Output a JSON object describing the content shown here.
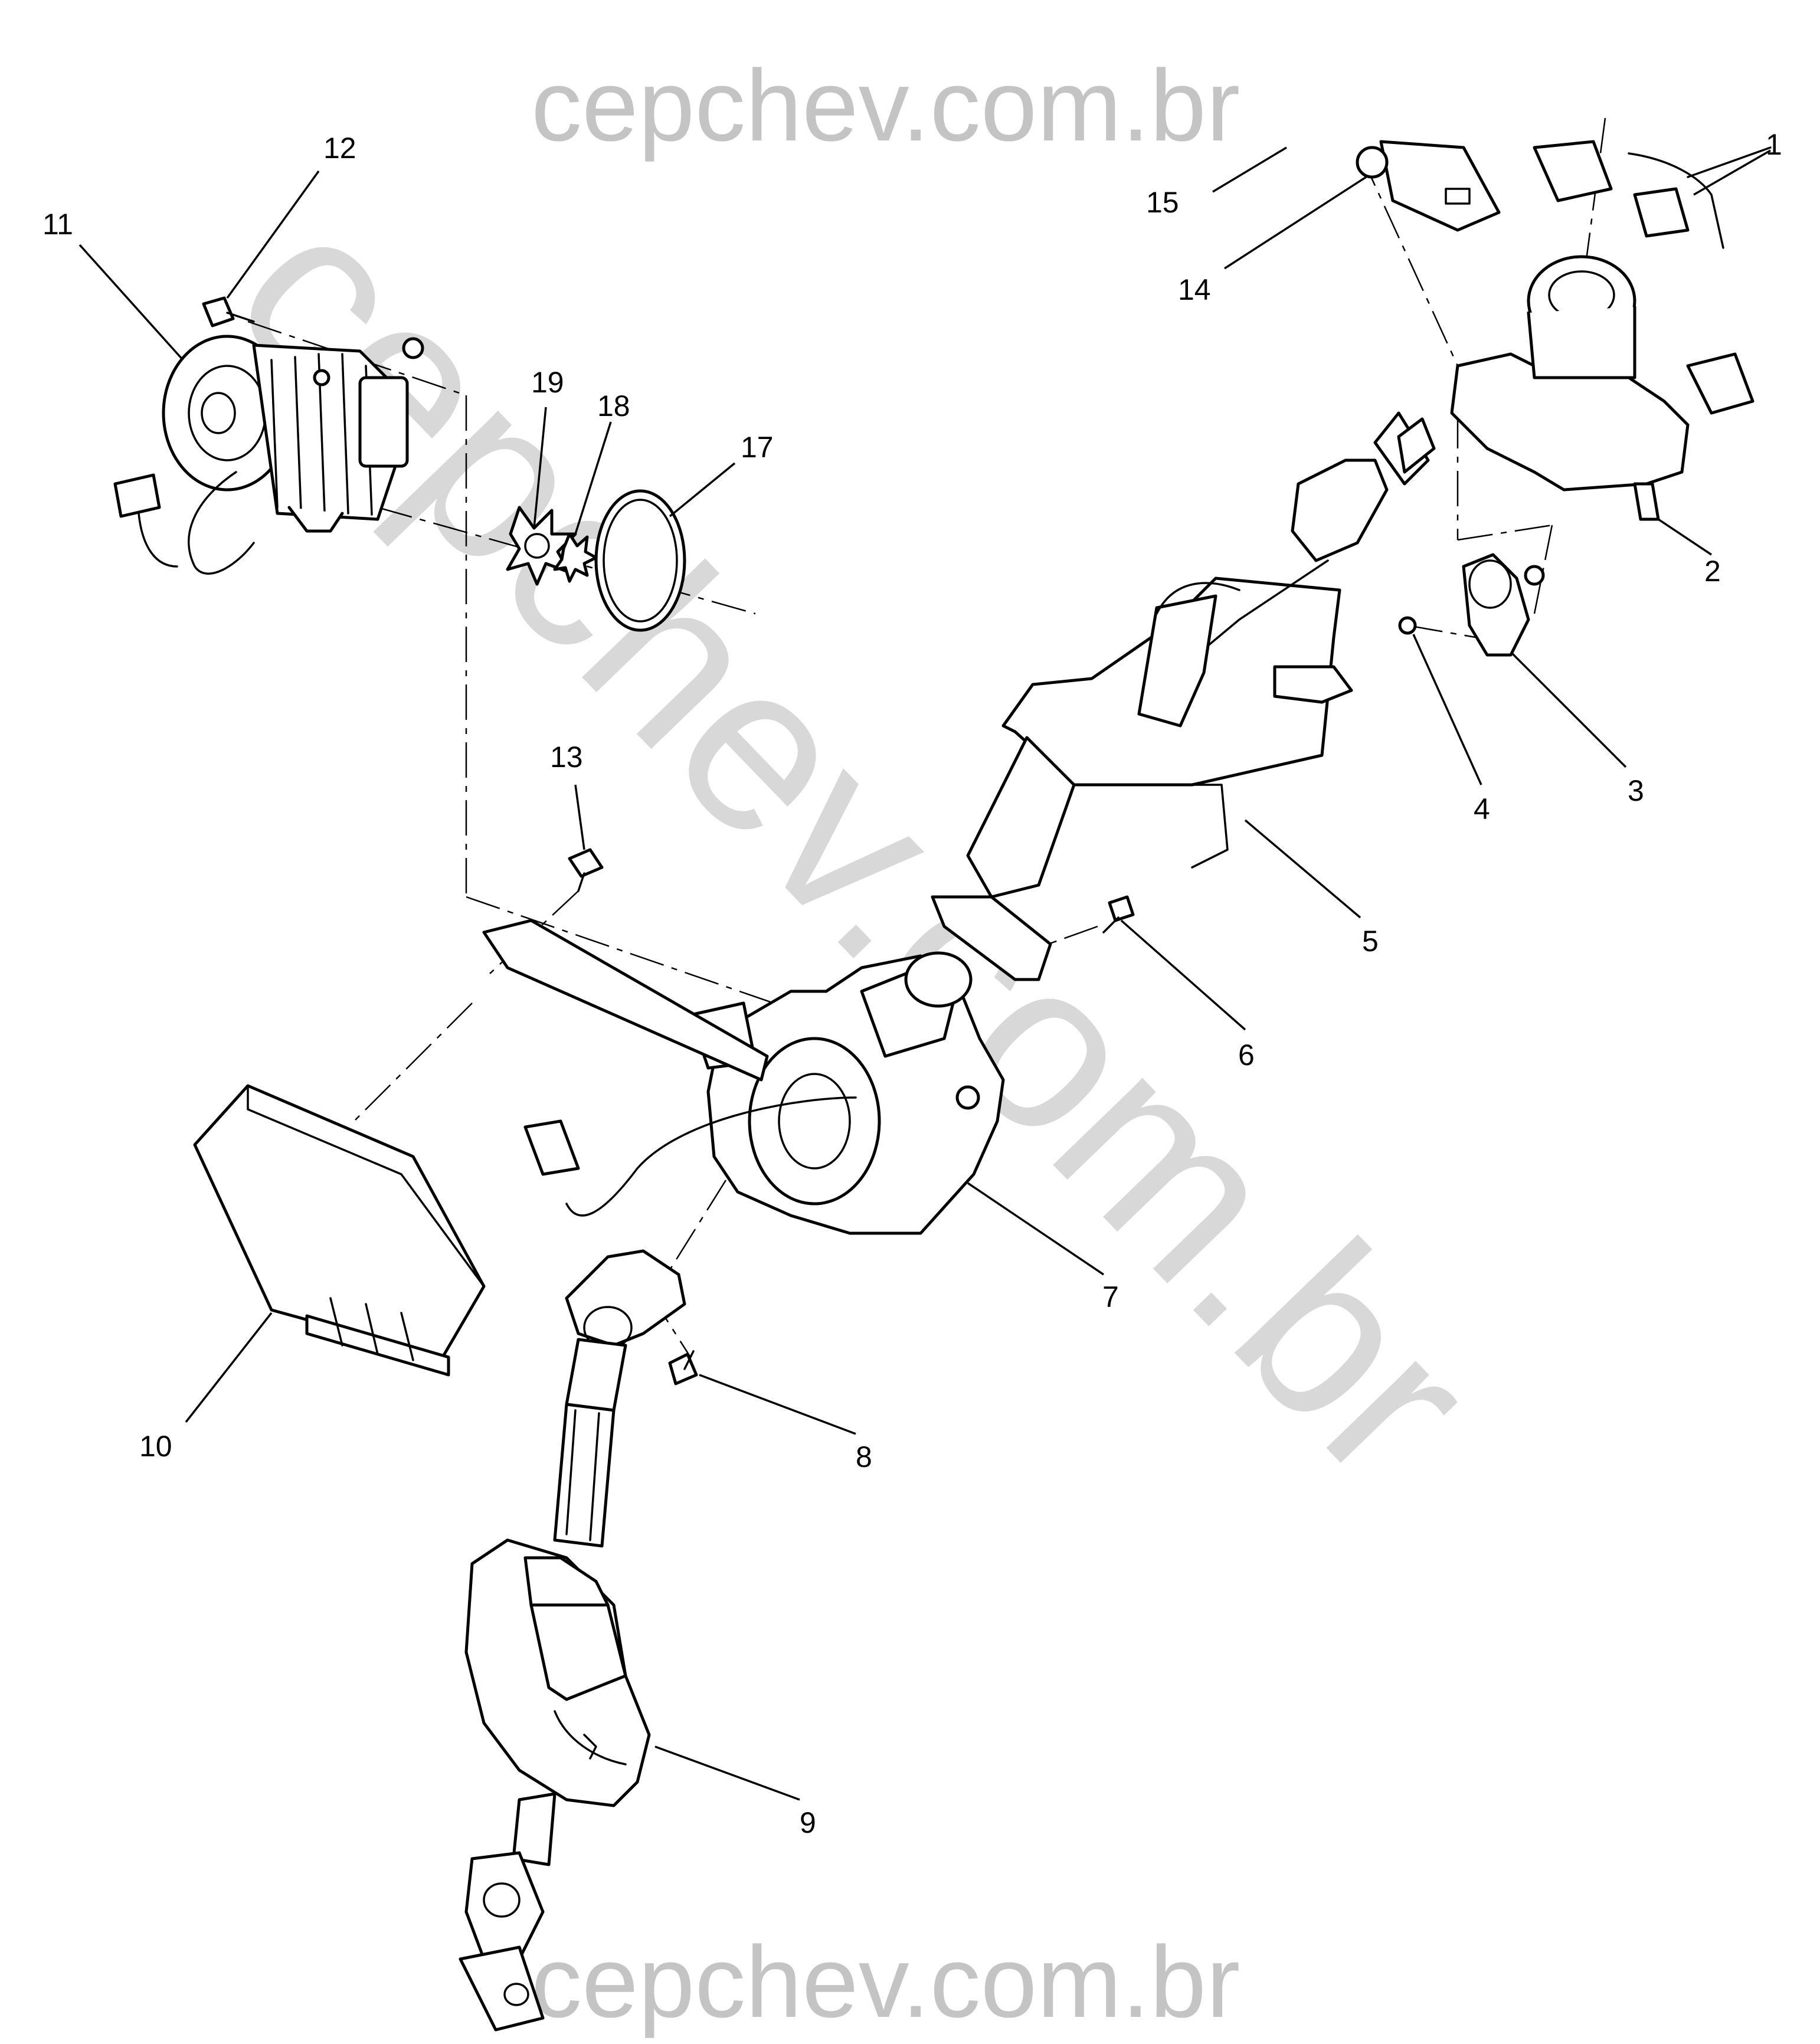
{
  "watermark": {
    "top": "cepchev.com.br",
    "diagonal": "cepchev.com.br",
    "bottom": "cepchev.com.br",
    "color": "#c4c4c4"
  },
  "callouts": [
    "1",
    "2",
    "3",
    "4",
    "5",
    "6",
    "7",
    "8",
    "9",
    "10",
    "11",
    "12",
    "13",
    "14",
    "15",
    "17",
    "18",
    "19"
  ],
  "line_color": "#000000"
}
